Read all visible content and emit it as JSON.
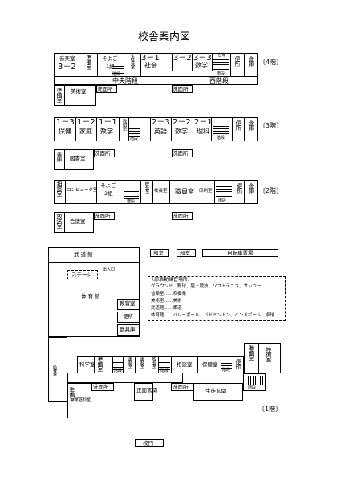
{
  "title": "校舎案内図",
  "floor4": {
    "label": "〔4階〕",
    "music": "音楽室",
    "music_class": "3－2",
    "prep": "準備室",
    "soyogi": "そよご",
    "soyogi_class": "1組",
    "seitokai": "生徒会室",
    "kaidan": "階段",
    "class_3_1": "3－1",
    "class_3_1_sub": "社会",
    "class_3_2": "3－2",
    "class_3_3": "3－3",
    "class_3_3_sub": "数学",
    "meigaku": "名簿",
    "kaidan2": "階段",
    "toilet": "便所",
    "storage": "倉庫",
    "corridor_center": "中央階段",
    "corridor_west": "西階段",
    "prep2": "準備室",
    "art": "美術室",
    "wash": "洗面所",
    "wash2": "洗面所"
  },
  "floor3": {
    "label": "〔3階〕",
    "c1_3": "1－3",
    "c1_3_sub": "保健",
    "c1_2": "1－2",
    "c1_2_sub": "家庭",
    "c1_1": "1－1",
    "c1_1_sub": "数学",
    "kyozai": "教材室",
    "kaidan": "階段",
    "c2_3": "2－3",
    "c2_3_sub": "英語",
    "c2_2": "2－2",
    "c2_2_sub": "数学",
    "c2_1": "2－1",
    "c2_1_sub": "理科",
    "kaidan2": "階段",
    "toilet": "便所",
    "storage": "倉庫",
    "library_store": "書庫",
    "library": "図書室",
    "wash": "洗面所",
    "wash2": "洗面所"
  },
  "floor2": {
    "label": "〔2階〕",
    "soudan": "相談室",
    "computer": "コンピュータ室",
    "soyogi": "そよご",
    "soyogi_class": "2組",
    "kaidan": "階段",
    "kocho_in": "校長室",
    "kocho": "校長室",
    "shokuin": "職員室",
    "insatsu": "印刷室",
    "kaidan2": "階段",
    "toilet": "便所",
    "storage": "倉庫",
    "hoso": "放送室",
    "kaigi": "会議室",
    "wash": "洗面所",
    "wash2": "洗面所"
  },
  "outside": {
    "bushitsu1": "部室",
    "bushitsu2": "部室",
    "bicycle": "自転車置場",
    "budokan": "武 道 館",
    "stage": "ステージ",
    "entrance": "出入口",
    "gym": "体 育 館",
    "tourou": "教官室",
    "toilet": "便所",
    "equipment": "器具庫"
  },
  "clubs": {
    "heading": "〈部活動練習場所〉",
    "lines": [
      "グラウンド…野球、陸上競技、ソフトテニス、サッカー",
      "音楽室……吹奏楽",
      "美術室……美術",
      "武道館……柔道",
      "体育館……バレーボール、バドミントン、ハンドボール、卓球"
    ]
  },
  "floor1": {
    "label": "〔1階〕",
    "science": "科学室",
    "prep": "準備室",
    "kaidan_a": "階段",
    "koumu": "事務室",
    "office": "事務室",
    "kocho": "校長室",
    "kaidan_b": "階段",
    "soudan": "相談室",
    "hoken": "保健室",
    "kaidan_c": "階段",
    "toilet": "便所",
    "prep2": "準備室",
    "tech": "技術室",
    "store": "給食室",
    "prep3": "準備室",
    "home_ec": "家庭科室",
    "wash": "洗面所",
    "main_entrance": "正面玄関",
    "wash2": "洗面所",
    "student_entrance": "生徒玄関",
    "kaidan_d": "階段"
  },
  "gate": "校門"
}
